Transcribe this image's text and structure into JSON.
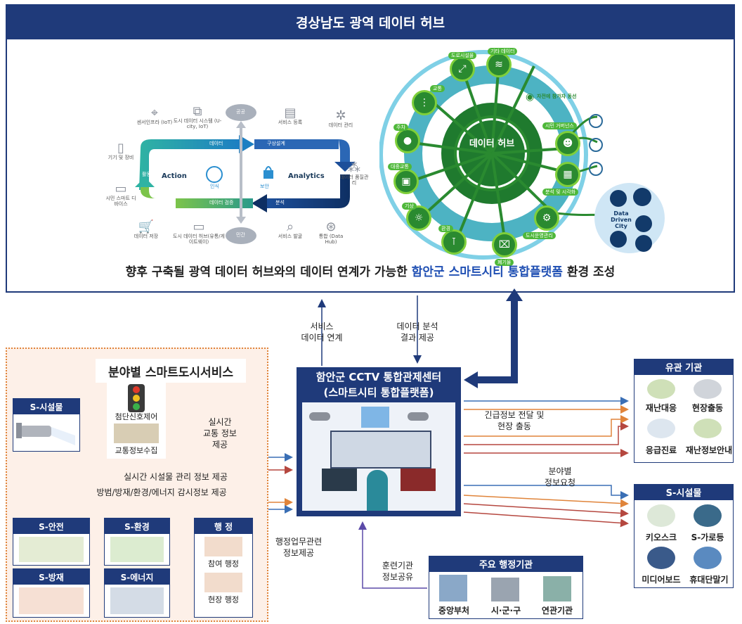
{
  "hub": {
    "title": "경상남도 광역 데이터 허브",
    "caption_pre": "향후 구축될 광역 데이터 허브와의 데이터 연계가 가능한 ",
    "caption_hl": "함안군 스마트시티 통합플랫폼",
    "caption_post": " 환경 조성",
    "cycle": {
      "action": "Action",
      "analytics": "Analytics",
      "top_left": "데이터",
      "top_right": "구상설계",
      "bottom_left": "데이터 검증",
      "bottom_right": "분석",
      "left_side": "활동",
      "right_side": "",
      "cloud_top": "공공",
      "cloud_bottom": "민간",
      "center_left": "인식",
      "center_right": "보안",
      "items": [
        "센서인프라 (IoT)",
        "도시 데이터 시스템 (U-city, IoT)",
        "서비스 등록",
        "데이터 관리",
        "기기 및 장비",
        "데이터 품질관리",
        "시민 스마트 디바이스",
        "데이터 저장",
        "도시 데이터 허브(유통/게이트웨이)",
        "서비스 발굴",
        "통합 (Data Hub)"
      ]
    },
    "dhub": {
      "center_title": "데이터 허브",
      "center_sub": "",
      "nodes": [
        "교통",
        "도로시설물",
        "기타 데이터",
        "주차",
        "대중교통",
        "환경",
        "기상",
        "폐기물",
        "시민 거버넌스",
        "분석 및 시각화",
        "도시운영관리"
      ],
      "wifi_title": "자전에 참가자 동선",
      "ddc": "Data Driven City"
    }
  },
  "links": {
    "service_link": "서비스\n데이터 연계",
    "analysis_result": "데이터 분석\n결과 제공"
  },
  "services": {
    "title": "분야별 스마트도시서비스",
    "s_facility": "S-시설물",
    "signal": "첨단신호제어",
    "traffic_collect": "교통정보수집",
    "realtime_traffic": "실시간\n교통 정보\n제공",
    "realtime_facility": "실시간 시설물 관리 정보 제공",
    "monitoring": "방범/방재/환경/에너지 감시정보 제공",
    "safety": "S-안전",
    "environment": "S-환경",
    "admin": "행 정",
    "disaster": "S-방재",
    "energy": "S-에너지",
    "participation": "참여 행정",
    "field_admin": "현장 행정",
    "admin_info": "행정업무관련\n정보제공"
  },
  "center": {
    "title1": "함안군 CCTV 통합관제센터",
    "title2": "(스마트시티 통합플랫폼)"
  },
  "right": {
    "emergency": "긴급정보 전달 및\n현장 출동",
    "info_request": "분야별\n정보요청",
    "training": "훈련기관\n정보공유",
    "related_title": "유관 기관",
    "related": [
      "재난대응",
      "현장출동",
      "응급진료",
      "재난정보안내"
    ],
    "sfac_title": "S-시설물",
    "sfac": [
      "키오스크",
      "S-가로등",
      "미디어보드",
      "휴대단말기"
    ],
    "agencies_title": "주요 행정기관",
    "agencies": [
      "중앙부처",
      "시·군·구",
      "연관기관"
    ]
  },
  "colors": {
    "navy": "#1f3a7a",
    "orange_arrow": "#e0843a",
    "red_arrow": "#b5473f",
    "blue_arrow": "#3a6fb5",
    "purple_arrow": "#5b4aa8",
    "green_hub": "#2a8a30"
  }
}
